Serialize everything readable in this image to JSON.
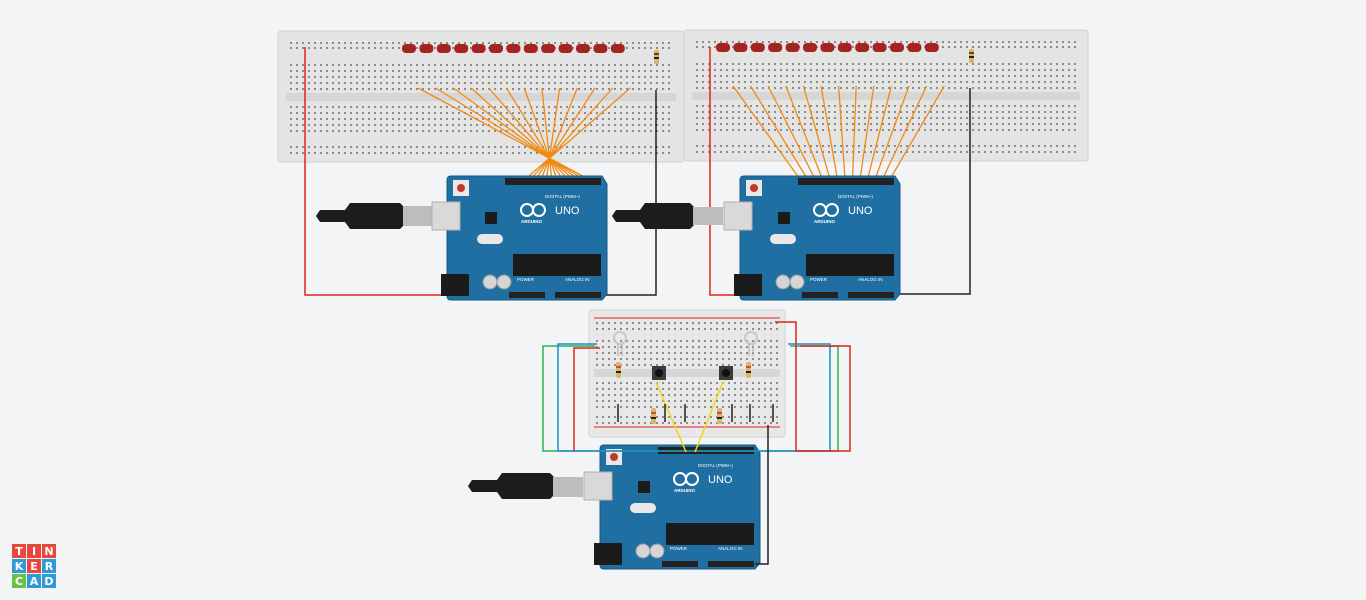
{
  "app": {
    "logo_letters": [
      "T",
      "I",
      "N",
      "K",
      "E",
      "R",
      "C",
      "A",
      "D"
    ],
    "logo_colors": [
      "#e8473b",
      "#e8473b",
      "#e8473b",
      "#2e9ad6",
      "#e8473b",
      "#2e9ad6",
      "#6cc04a",
      "#2e9ad6",
      "#2e9ad6"
    ]
  },
  "boards": {
    "uno_label": "UNO",
    "brand_label": "ARDUINO",
    "digital_label": "DIGITAL (PWM~)",
    "power_label": "POWER",
    "analog_label": "ANALOG IN",
    "led_count": 13
  },
  "colors": {
    "board": "#1f6fa3",
    "led": "#a52420",
    "wire_orange": "#f08a12",
    "wire_red": "#e0251f",
    "wire_black": "#222222",
    "wire_green": "#2db34a",
    "wire_blue": "#1e8ccf",
    "wire_yellow": "#f5d613"
  }
}
